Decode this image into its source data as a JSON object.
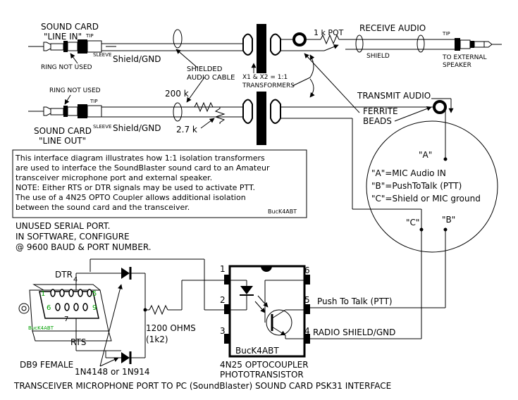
{
  "sound_card_line_in": {
    "title": "SOUND CARD",
    "subtitle": "\"LINE IN\"",
    "tip": "TIP",
    "sleeve": "SLEEVE",
    "ring": "RING NOT USED"
  },
  "sound_card_line_out": {
    "title": "SOUND CARD",
    "subtitle": "\"LINE OUT\"",
    "tip": "TIP",
    "sleeve": "SLEEVE",
    "ring": "RING NOT USED"
  },
  "cable_labels": {
    "shield_gnd_top": "Shield/GND",
    "shield_gnd_bottom": "Shield/GND",
    "shielded_cable_1": "SHIELDED",
    "shielded_cable_2": "AUDIO CABLE"
  },
  "transformers": {
    "line1": "X1 & X2 = 1:1",
    "line2": "TRANSFORMERS"
  },
  "resistors": {
    "pot": "1 k POT",
    "r200k": "200 k",
    "r27k": "2.7 k"
  },
  "receive": {
    "title": "RECEIVE AUDIO",
    "tip": "TIP",
    "shield": "SHIELD",
    "ext1": "TO EXTERNAL",
    "ext2": "SPEAKER"
  },
  "transmit": {
    "title": "TRANSMIT AUDIO",
    "ferrite1": "FERRITE",
    "ferrite2": "BEADS"
  },
  "mic_connector": {
    "pin_a": "\"A\"",
    "pin_b": "\"B\"",
    "pin_c": "\"C\"",
    "legend_a": "\"A\"=MIC Audio IN",
    "legend_b": "\"B\"=PushToTalk (PTT)",
    "legend_c": "\"C\"=Shield or MIC ground"
  },
  "info_box": {
    "lines": [
      "This interface diagram illustrates how 1:1 isolation transformers",
      "are used to interface the SoundBlaster sound card to an Amateur",
      "transceiver microphone port and external speaker.",
      "NOTE: Either RTS or DTR signals may be used to activate PTT.",
      "The use of a 4N25 OPTO Coupler allows additional isolation",
      "between the sound card and the transceiver."
    ],
    "signature": "BucK4ABT"
  },
  "serial_note": {
    "line1": "UNUSED SERIAL PORT.",
    "line2": "IN SOFTWARE, CONFIGURE",
    "line3": "@ 9600 BAUD & PORT NUMBER."
  },
  "db9": {
    "dtr": "DTR",
    "rts": "RTS",
    "label": "DB9 FEMALE",
    "brand": "BucK4ABT",
    "pin1": "1",
    "pin4": "4",
    "pin5": "5",
    "pin6": "6",
    "pin7": "7",
    "pin9": "9"
  },
  "diodes": {
    "label": "1N4148 or 1N914"
  },
  "resistor_1200": {
    "line1": "1200 OHMS",
    "line2": "(1k2)"
  },
  "optocoupler": {
    "pin1": "1",
    "pin2": "2",
    "pin3": "3",
    "pin4": "4",
    "pin5": "5",
    "pin6": "6",
    "brand": "BucK4ABT",
    "model": "4N25  OPTOCOUPLER",
    "type": "PHOTOTRANSISTOR"
  },
  "ptt_labels": {
    "ptt": "Push To Talk (PTT)",
    "radio_shield": "RADIO SHIELD/GND"
  },
  "footer_title": "TRANSCEIVER MICROPHONE PORT TO PC (SoundBlaster) SOUND CARD PSK31 INTERFACE"
}
